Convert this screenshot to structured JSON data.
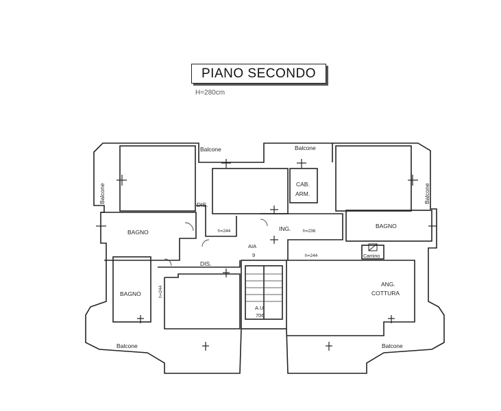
{
  "title": "PIANO SECONDO",
  "height_note": "H=280cm",
  "rooms": {
    "balcone_top_left": "Balcone",
    "balcone_top_right": "Balcone",
    "balcone_left": "Balcone",
    "balcone_right": "Balcone",
    "balcone_bottom_left": "Balcone",
    "balcone_bottom_right": "Balcone",
    "cab_arm_line1": "CAB.",
    "cab_arm_line2": "ARM.",
    "dis_upper": "DIS.",
    "dis_lower": "DIS.",
    "bagno_left": "BAGNO",
    "bagno_right": "BAGNO",
    "bagno_small": "BAGNO",
    "ing": "ING.",
    "ang_cottura_line1": "ANG.",
    "ang_cottura_line2": "COTTURA",
    "camino": "Camino",
    "aia_line1": "AIA",
    "aia_line2": "9",
    "au": "A.U.",
    "au_number": "706"
  },
  "heights": {
    "h244_center": "h=244",
    "h236": "h=236",
    "h244_right": "h=244",
    "h244_vertical": "h=244"
  }
}
